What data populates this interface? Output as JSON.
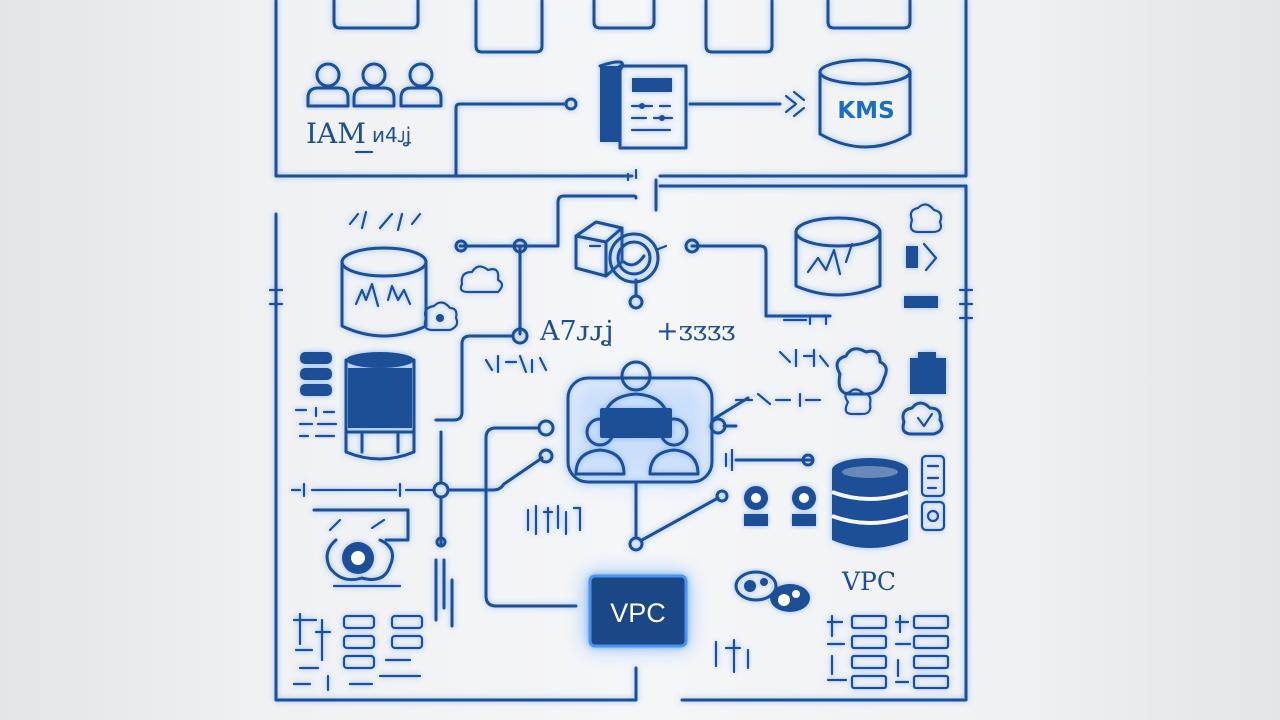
{
  "labels": {
    "iam": "IAM",
    "iam_sub": "ᴎ4ᴊʝ",
    "kms": "KMS",
    "vpc_main": "VPC",
    "vpc_side": "VPC",
    "code_left": "A7ᴊᴊʝ",
    "code_right": "+ᴣᴣᴣᴣ"
  },
  "colors": {
    "line": "#1d4f96",
    "glow": "#3d8df5",
    "accent_fill": "#1b4686",
    "white": "#ffffff"
  },
  "icons": [
    "user-group-icon",
    "server-book-icon",
    "kms-database-icon",
    "storage-cylinder-icon",
    "box-icon",
    "gateway-circle-icon",
    "database-stack-icon",
    "team-node-icon",
    "cloud-icon",
    "webcam-icon",
    "chart-cylinder-icon"
  ]
}
